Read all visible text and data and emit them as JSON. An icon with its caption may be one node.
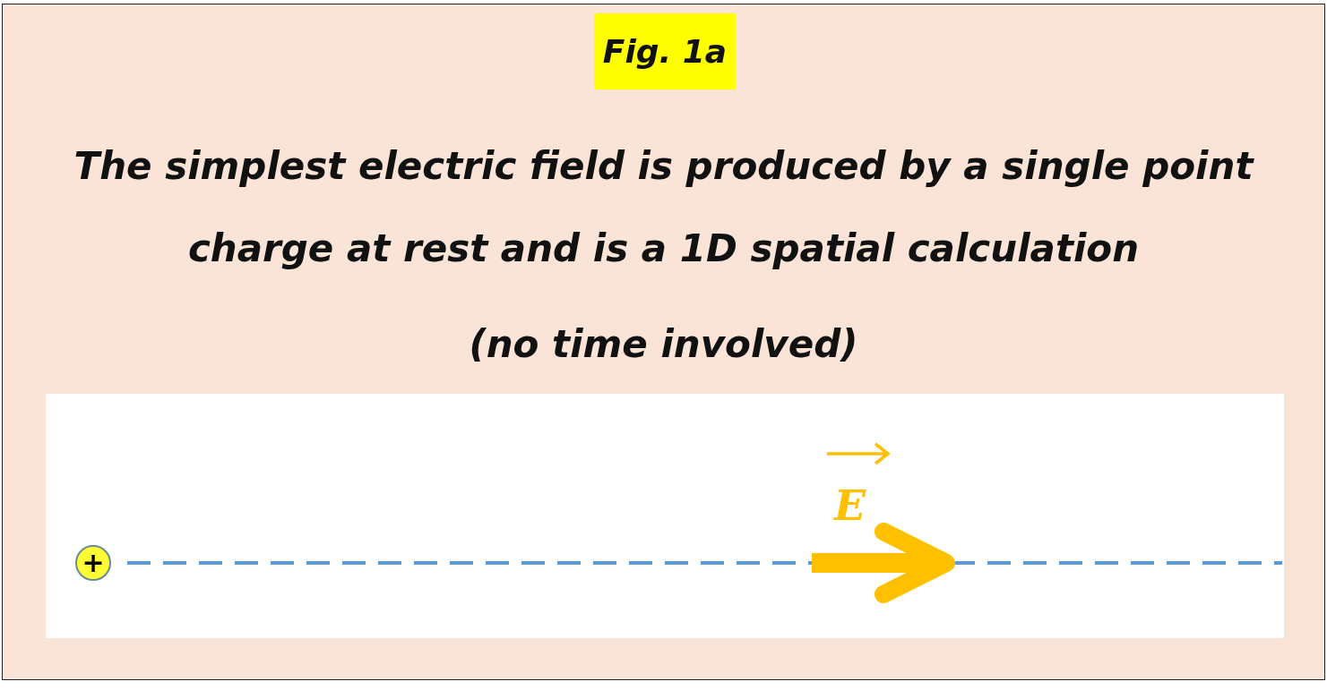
{
  "diagram": {
    "title": "Fig. 1a",
    "nodes": [
      {
        "text": [
          "+"
        ]
      }
    ],
    "labels": [
      "The simplest electric field is produced by a single point charge at rest and is a 1D spatial calculation",
      "(no time involved)",
      "E"
    ]
  }
}
